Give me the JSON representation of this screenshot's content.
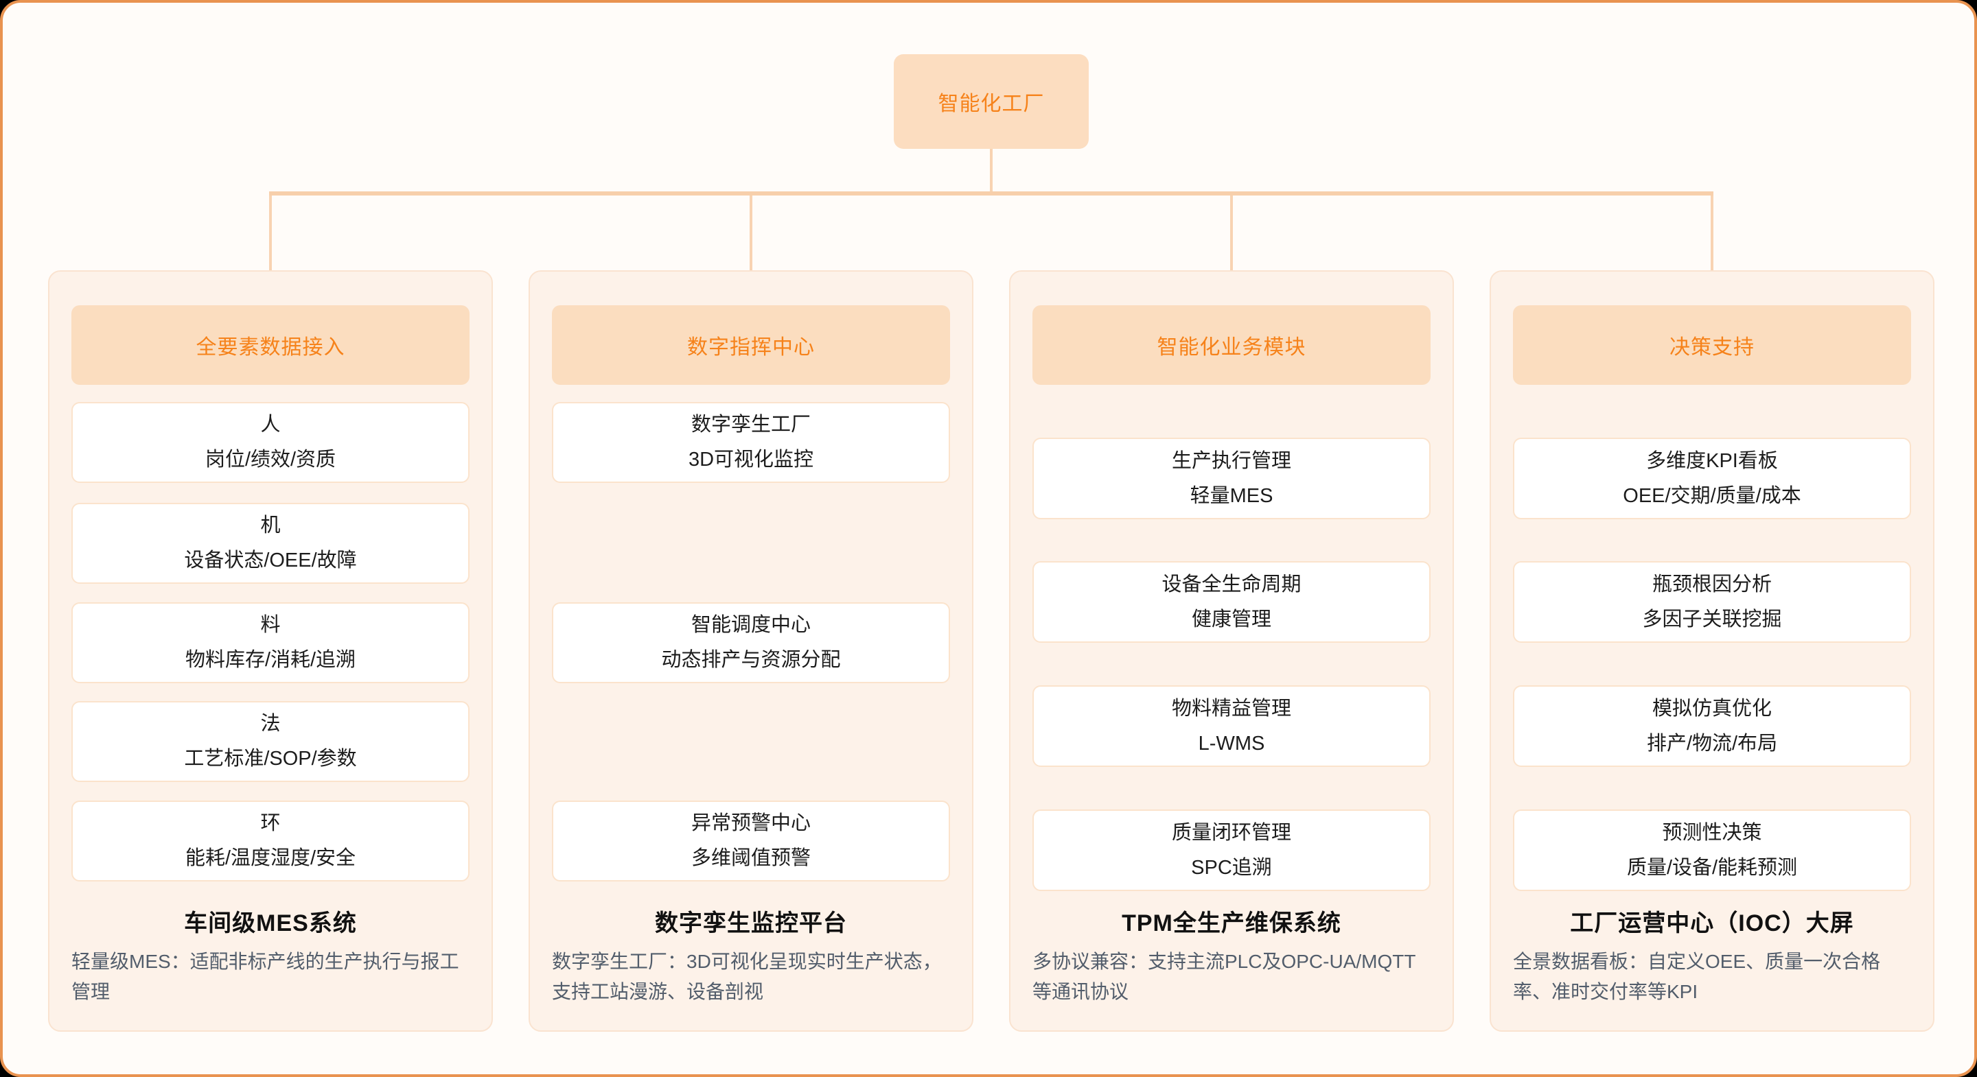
{
  "root": {
    "label": "智能化工厂"
  },
  "columns": [
    {
      "header": "全要素数据接入",
      "items": [
        {
          "line1": "人",
          "line2": "岗位/绩效/资质"
        },
        {
          "line1": "机",
          "line2": "设备状态/OEE/故障"
        },
        {
          "line1": "料",
          "line2": "物料库存/消耗/追溯"
        },
        {
          "line1": "法",
          "line2": "工艺标准/SOP/参数"
        },
        {
          "line1": "环",
          "line2": "能耗/温度湿度/安全"
        }
      ],
      "caption_title": "车间级MES系统",
      "caption_desc": "轻量级MES：适配非标产线的生产执行与报工管理"
    },
    {
      "header": "数字指挥中心",
      "items": [
        {
          "line1": "数字孪生工厂",
          "line2": "3D可视化监控"
        },
        {
          "line1": "智能调度中心",
          "line2": "动态排产与资源分配"
        },
        {
          "line1": "异常预警中心",
          "line2": "多维阈值预警"
        }
      ],
      "caption_title": "数字孪生监控平台",
      "caption_desc": "数字孪生工厂：3D可视化呈现实时生产状态，支持工站漫游、设备剖视"
    },
    {
      "header": "智能化业务模块",
      "items": [
        {
          "line1": "生产执行管理",
          "line2": "轻量MES"
        },
        {
          "line1": "设备全生命周期",
          "line2": "健康管理"
        },
        {
          "line1": "物料精益管理",
          "line2": "L-WMS"
        },
        {
          "line1": "质量闭环管理",
          "line2": "SPC追溯"
        }
      ],
      "caption_title": "TPM全生产维保系统",
      "caption_desc": "多协议兼容：支持主流PLC及OPC-UA/MQTT等通讯协议"
    },
    {
      "header": "决策支持",
      "items": [
        {
          "line1": "多维度KPI看板",
          "line2": "OEE/交期/质量/成本"
        },
        {
          "line1": "瓶颈根因分析",
          "line2": "多因子关联挖掘"
        },
        {
          "line1": "模拟仿真优化",
          "line2": "排产/物流/布局"
        },
        {
          "line1": "预测性决策",
          "line2": "质量/设备/能耗预测"
        }
      ],
      "caption_title": "工厂运营中心（IOC）大屏",
      "caption_desc": "全景数据看板：自定义OEE、质量一次合格率、准时交付率等KPI"
    }
  ],
  "colors": {
    "accent_orange": "#F6821A",
    "node_fill": "#FCDDC0",
    "card_fill": "#FDF2E9",
    "card_border": "#FAE3D0",
    "item_border": "#FBE3CC",
    "connector": "#F8D3B2",
    "frame_border": "#E99350",
    "caption_desc_text": "#525D6B"
  }
}
